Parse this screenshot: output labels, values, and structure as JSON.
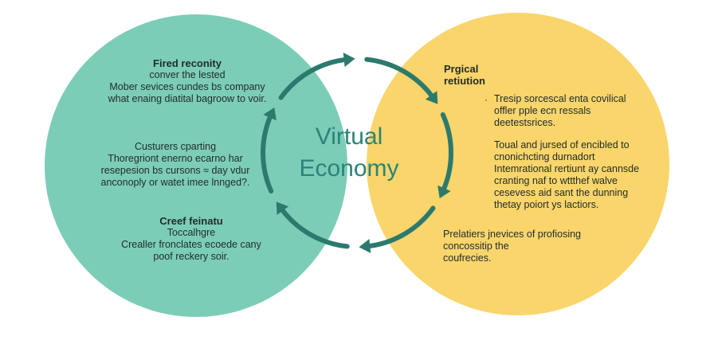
{
  "center": {
    "line1": "Virtual",
    "line2": "Economy"
  },
  "left_blocks": [
    {
      "heading": "Fired reconity",
      "lines": [
        "conver the lested",
        "Mober sevices cundes bs company",
        "what enaing diatital bagroow to voir."
      ]
    },
    {
      "heading": "",
      "lines": [
        "Custurers cparting",
        "Thoregriont enerno ecarno har",
        "resepesion bs cursons ≈ day vdur",
        "anconoply or watet imee lnnged?."
      ]
    },
    {
      "heading": "Creef feinatu",
      "lines": [
        "Toccalhgre",
        "Crealler fronclates ecoede cany",
        "poof reckery soir."
      ]
    }
  ],
  "right_blocks": [
    {
      "heading": "Prgical",
      "lines": [
        "retiution"
      ]
    },
    {
      "heading": "",
      "lines": [
        "Tresip sorcescal enta covilical",
        "offler pple ecn ressals",
        "deetestsrices."
      ]
    },
    {
      "heading": "",
      "lines": [
        "Toual and jursed of encibled to",
        "cnonichcting durnadort",
        "Intemrational rertiunt ay cannsde",
        "cranting naf to wttthef walve",
        "cesevess aid sant the dunning",
        "thetay poiort ys lactiors."
      ]
    },
    {
      "heading": "",
      "lines": [
        "Prelatiers jnevices of profiosing",
        "concossitip the",
        "coufrecies."
      ]
    }
  ],
  "bullet_glyph": "·",
  "colors": {
    "left_circle": "#7ccdb8",
    "right_circle": "#f9d56b",
    "overlap": "#ffffff",
    "cycle_arrows": "#2c7a6d",
    "center_text": "#2a8378"
  }
}
